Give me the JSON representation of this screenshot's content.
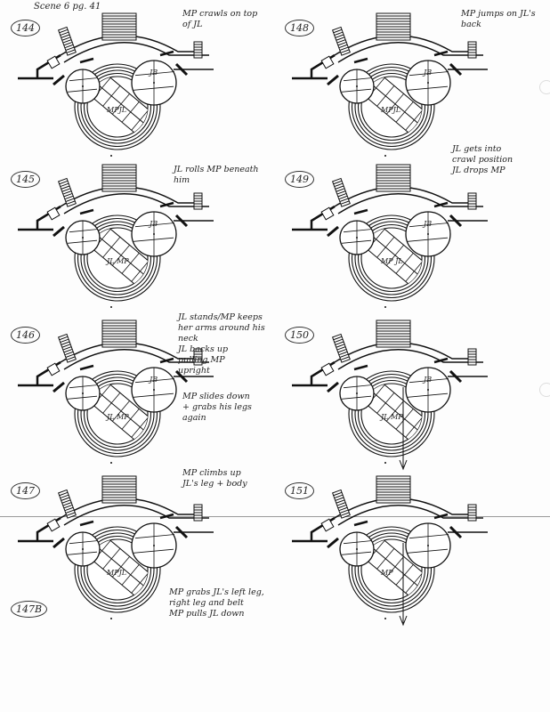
{
  "page_title": "Scene 6 pg. 41",
  "panels": [
    {
      "number": "144",
      "notes": [
        "MP crawls on top",
        "of JL"
      ],
      "labels": {
        "right_platform": "JB",
        "band": "MPJL"
      },
      "arrow": false
    },
    {
      "number": "148",
      "notes": [
        "MP jumps on JL's",
        "back"
      ],
      "labels": {
        "right_platform": "JB",
        "band": "MPJL"
      },
      "arrow": false
    },
    {
      "number": "145",
      "notes": [
        "JL rolls MP beneath",
        "him"
      ],
      "labels": {
        "right_platform": "JB",
        "band": "JL MP"
      },
      "arrow": false
    },
    {
      "number": "149",
      "notes": [
        "JL gets into",
        "crawl position",
        "JL drops MP"
      ],
      "labels": {
        "right_platform": "JB",
        "band": "MP JL"
      },
      "arrow": false
    },
    {
      "number": "146",
      "notes": [
        "JL stands/MP keeps",
        "her arms around his",
        "neck",
        "JL backs up",
        "pulling MP",
        "upright"
      ],
      "extra_notes": [
        "MP slides down",
        "+ grabs his legs",
        "again"
      ],
      "labels": {
        "right_platform": "JB",
        "band": "JL MP"
      },
      "arrow": false
    },
    {
      "number": "150",
      "notes": [],
      "labels": {
        "right_platform": "JB",
        "band": "JL MP"
      },
      "arrow": true
    },
    {
      "number": "147",
      "notes": [
        "MP climbs up",
        "JL's leg + body"
      ],
      "extra_notes": [
        "MP grabs JL's left leg,",
        "right leg and belt",
        "MP pulls JL down"
      ],
      "sub_number": "147B",
      "labels": {
        "right_platform": "",
        "band": "MPJL"
      },
      "arrow": false
    },
    {
      "number": "151",
      "notes": [],
      "labels": {
        "right_platform": "",
        "band": "MP"
      },
      "arrow": true
    }
  ]
}
